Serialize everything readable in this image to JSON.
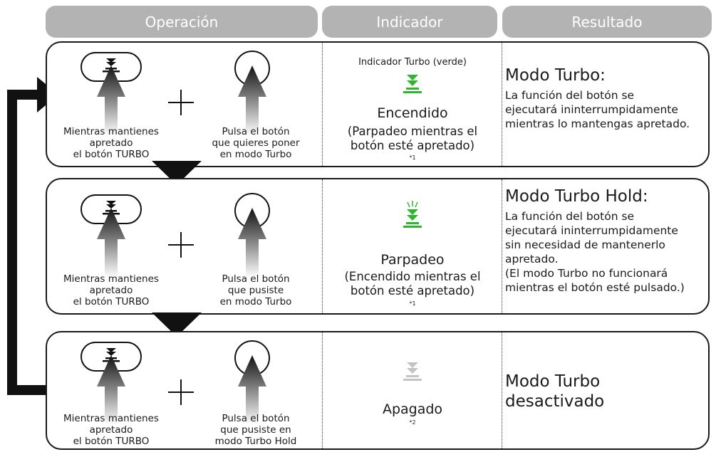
{
  "headers": {
    "operation": "Operación",
    "indicator": "Indicador",
    "result": "Resultado"
  },
  "rows": [
    {
      "left_caption": "Mientras mantienes\napretado\nel botón TURBO",
      "right_caption": "Pulsa el botón\nque quieres poner\nen modo Turbo",
      "indicator_label": "Indicador Turbo (verde)",
      "indicator_state": "Encendido",
      "indicator_detail": "(Parpadeo mientras el\nbotón esté apretado)",
      "note": "*1",
      "result_title": "Modo Turbo:",
      "result_body": "La función del botón se\nejecutará ininterrumpidamente\nmientras lo mantengas apretado."
    },
    {
      "left_caption": "Mientras mantienes\napretado\nel botón TURBO",
      "right_caption": "Pulsa el botón\nque pusiste\nen modo Turbo",
      "indicator_state": "Parpadeo",
      "indicator_detail": "(Encendido mientras el\nbotón esté apretado)",
      "note": "*1",
      "result_title": "Modo Turbo Hold:",
      "result_body": "La función del botón se\nejecutará ininterrumpidamente\nsin necesidad de mantenerlo\napretado.\n(El modo Turbo no funcionará\nmientras el botón esté pulsado.)"
    },
    {
      "left_caption": "Mientras mantienes\napretado\nel botón TURBO",
      "right_caption": "Pulsa el botón\nque pusiste en\nmodo Turbo Hold",
      "indicator_state": "Apagado",
      "note": "*2",
      "result_title": "Modo Turbo\ndesactivado"
    }
  ],
  "colors": {
    "header_bg": "#b3b3b3",
    "indicator_on": "#2fb62f",
    "indicator_off": "#c4c4c4",
    "outline": "#1a1a1a"
  },
  "icons": [
    "turbo-button-icon",
    "round-button-icon",
    "plus-icon",
    "press-arrow-icon",
    "turbo-indicator-icon",
    "loop-arrow-icon",
    "down-triangle-icon"
  ]
}
